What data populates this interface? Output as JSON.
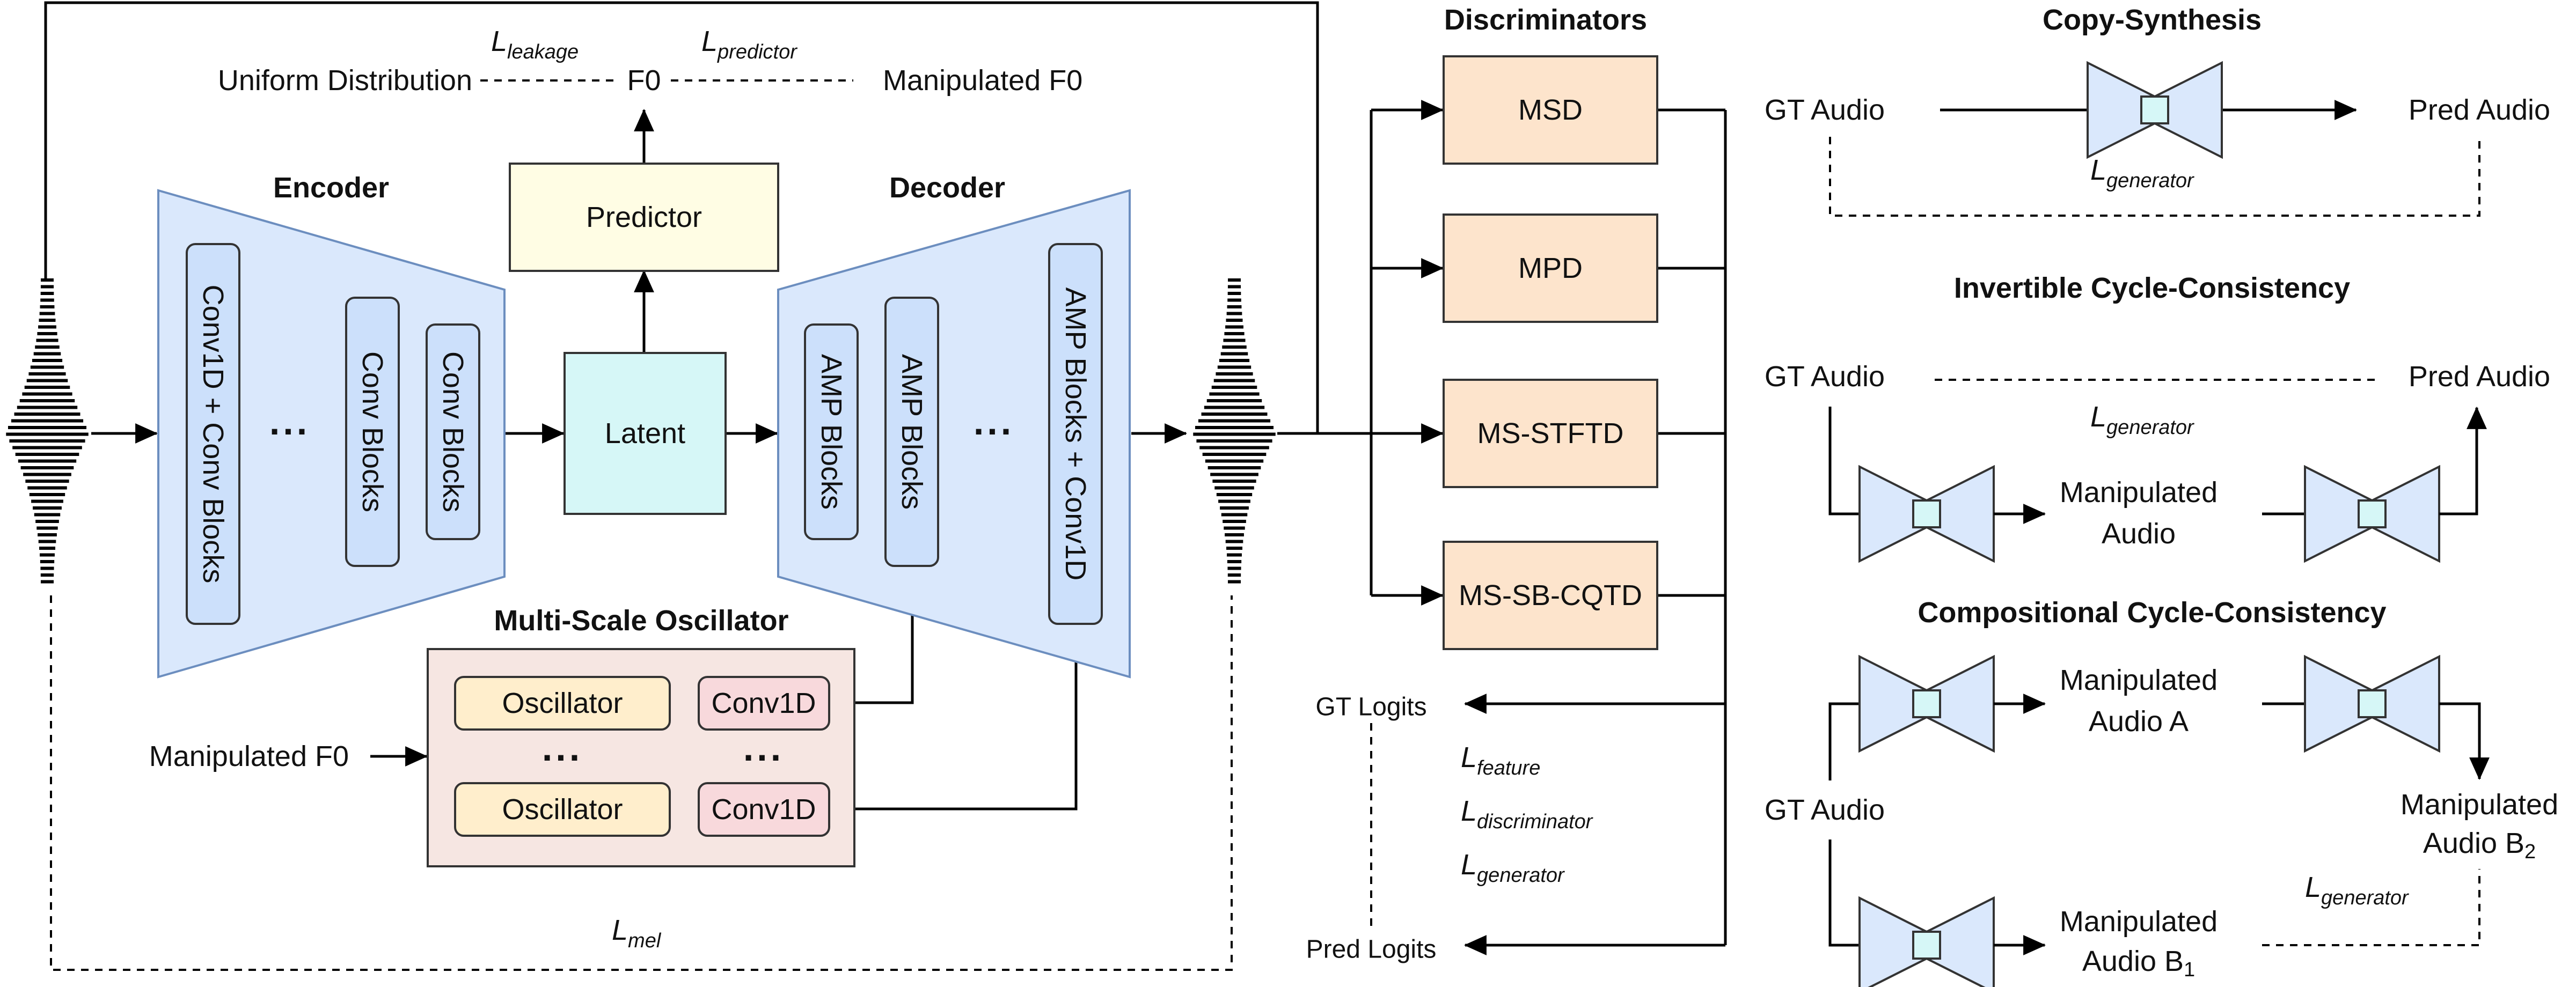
{
  "colors": {
    "encoder_fill": "#dae8fc",
    "block_fill": "#cce0fb",
    "predictor_fill": "#fffde4",
    "latent_fill": "#d6f7f7",
    "discriminator_fill": "#fde4cc",
    "oscillator_panel_fill": "#f6e6e2",
    "oscillator_fill": "#ffeecc",
    "conv_fill": "#f8d9dc",
    "bowtie_fill": "#dae8fc",
    "bowtie_center_fill": "#d6f7f7"
  },
  "generator": {
    "encoder": {
      "title": "Encoder",
      "blocks": [
        "Conv1D + Conv Blocks",
        "Conv Blocks",
        "Conv Blocks"
      ],
      "ellipsis": "..."
    },
    "decoder": {
      "title": "Decoder",
      "blocks": [
        "AMP Blocks",
        "AMP Blocks",
        "AMP Blocks + Conv1D"
      ],
      "ellipsis": "..."
    },
    "latent": "Latent",
    "predictor": "Predictor",
    "f0": "F0",
    "uniform_distribution": "Uniform Distribution",
    "manipulated_f0_top": "Manipulated F0",
    "loss_leakage": {
      "main": "L",
      "sub": "leakage"
    },
    "loss_predictor": {
      "main": "L",
      "sub": "predictor"
    },
    "loss_mel": {
      "main": "L",
      "sub": "mel"
    },
    "oscillator": {
      "title": "Multi-Scale Oscillator",
      "items": [
        "Oscillator",
        "Oscillator"
      ],
      "convs": [
        "Conv1D",
        "Conv1D"
      ],
      "ellipsis": "..."
    },
    "manipulated_f0_input": "Manipulated F0",
    "waveform_icons": [
      "input-waveform",
      "output-waveform"
    ]
  },
  "discriminators": {
    "title": "Discriminators",
    "items": [
      "MSD",
      "MPD",
      "MS-STFTD",
      "MS-SB-CQTD"
    ],
    "gt_logits": "GT Logits",
    "pred_logits": "Pred Logits",
    "losses": [
      {
        "main": "L",
        "sub": "feature"
      },
      {
        "main": "L",
        "sub": "discriminator"
      },
      {
        "main": "L",
        "sub": "generator"
      }
    ]
  },
  "copy_synthesis": {
    "title": "Copy-Synthesis",
    "gt": "GT Audio",
    "pred": "Pred Audio",
    "loss": {
      "main": "L",
      "sub": "generator"
    }
  },
  "invertible": {
    "title": "Invertible Cycle-Consistency",
    "gt": "GT Audio",
    "pred": "Pred Audio",
    "loss": {
      "main": "L",
      "sub": "generator"
    },
    "manip_line1": "Manipulated",
    "manip_line2": "Audio"
  },
  "compositional": {
    "title": "Compositional Cycle-Consistency",
    "gt": "GT Audio",
    "manip_a_line1": "Manipulated",
    "manip_a_line2": "Audio A",
    "manip_b2_line1": "Manipulated",
    "manip_b2_line2": {
      "main": "Audio B",
      "sub": "2"
    },
    "manip_b1_line1": "Manipulated",
    "manip_b1_line2": {
      "main": "Audio B",
      "sub": "1"
    },
    "loss": {
      "main": "L",
      "sub": "generator"
    }
  }
}
